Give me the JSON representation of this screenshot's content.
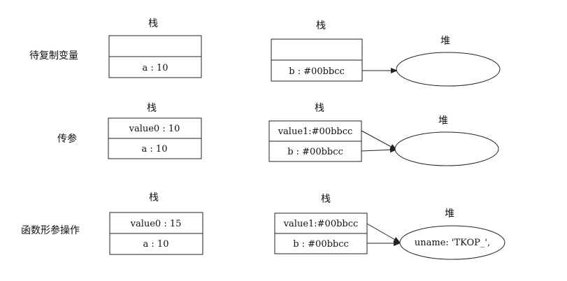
{
  "stack_label": "栈",
  "heap_label": "堆",
  "rows": [
    {
      "title": "待复制变量",
      "left_stack": {
        "top": "",
        "bottom": "a : 10"
      },
      "right_stack": {
        "top": "",
        "bottom": "b : #00bbcc"
      },
      "heap": ""
    },
    {
      "title": "传参",
      "left_stack": {
        "top": "value0 : 10",
        "bottom": "a : 10"
      },
      "right_stack": {
        "top": "value1:#00bbcc",
        "bottom": "b : #00bbcc"
      },
      "heap": ""
    },
    {
      "title": "函数形参操作",
      "left_stack": {
        "top": "value0 : 15",
        "bottom": "a : 10"
      },
      "right_stack": {
        "top": "value1:#00bbcc",
        "bottom": "b : #00bbcc"
      },
      "heap": "uname: 'TKOP_',"
    }
  ]
}
